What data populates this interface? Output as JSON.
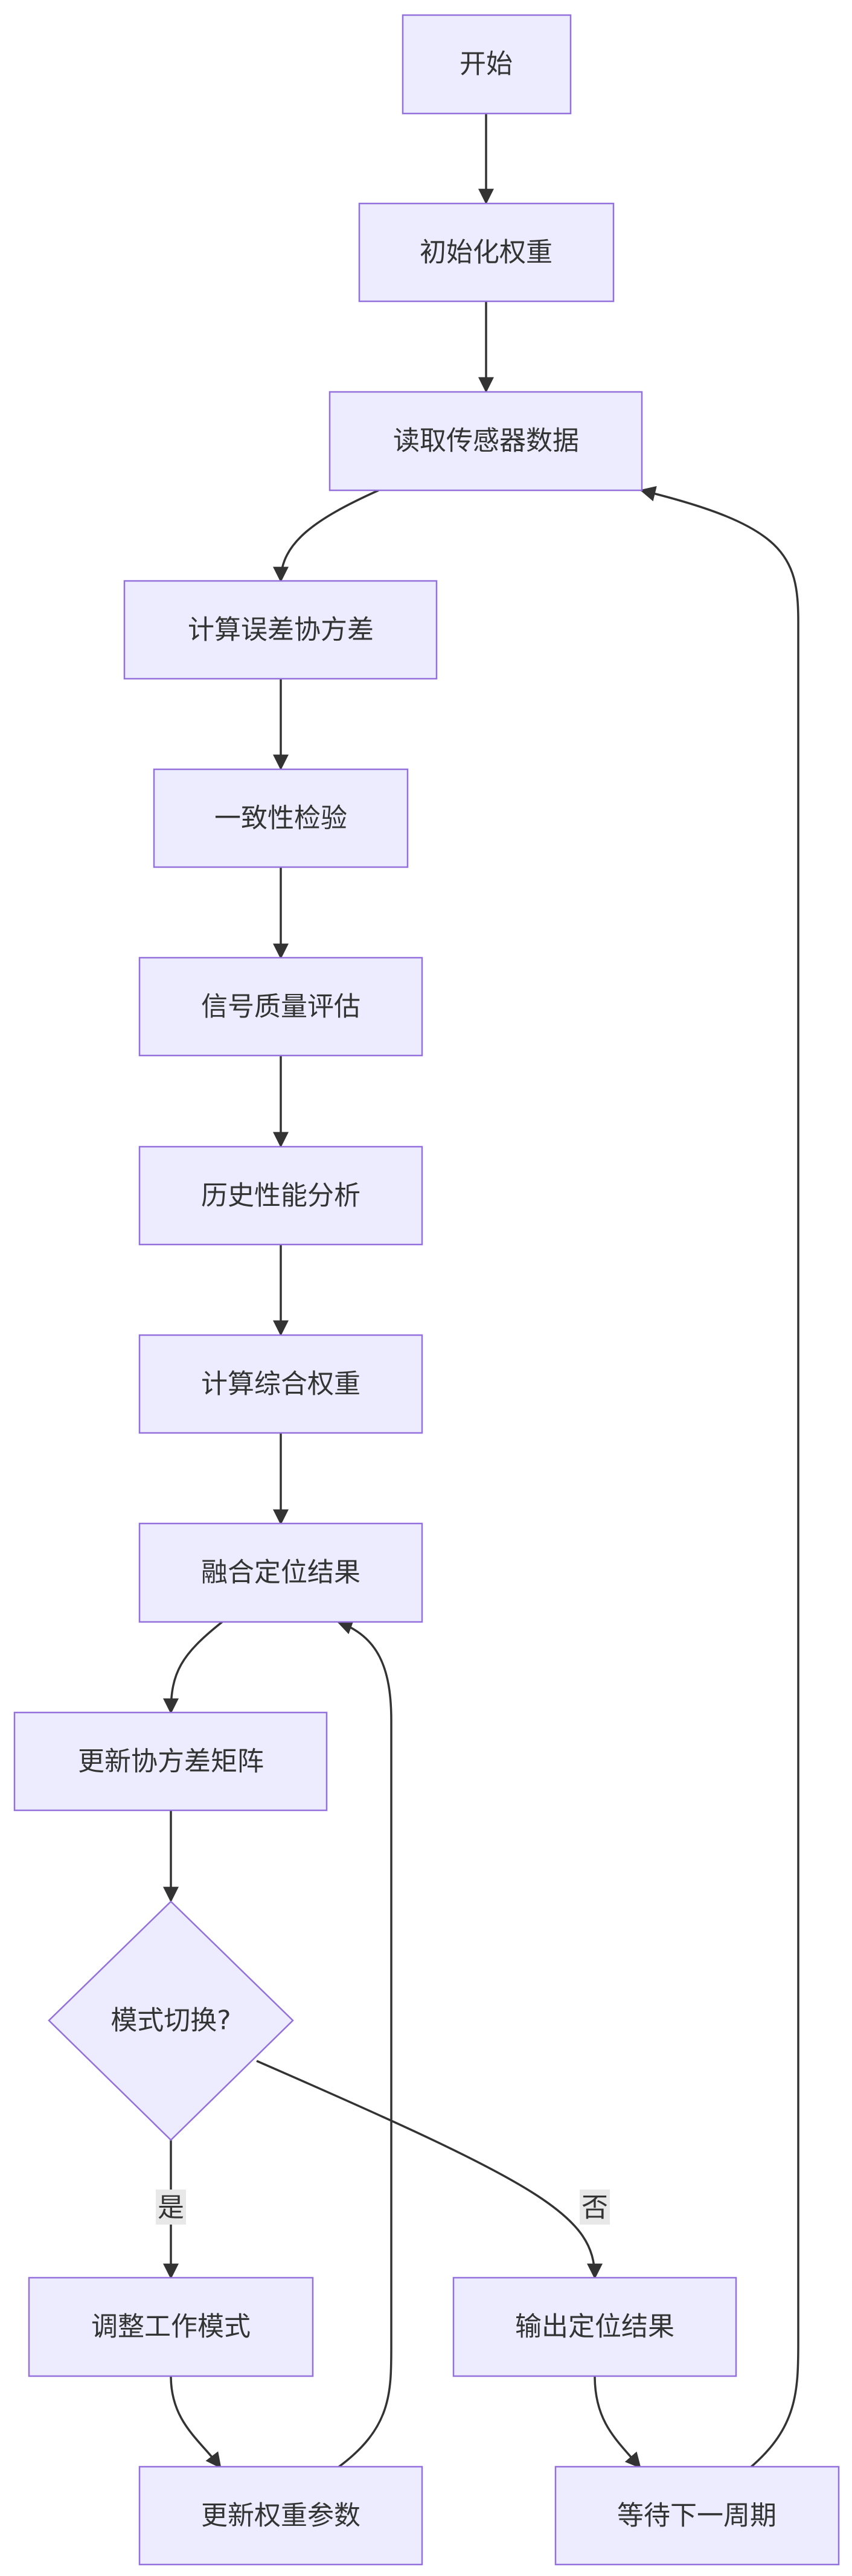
{
  "nodes": {
    "start": "开始",
    "init_weights": "初始化权重",
    "read_sensor": "读取传感器数据",
    "calc_error_cov": "计算误差协方差",
    "consistency_check": "一致性检验",
    "signal_quality": "信号质量评估",
    "history_perf": "历史性能分析",
    "calc_combined_weight": "计算综合权重",
    "fuse_result": "融合定位结果",
    "update_cov_matrix": "更新协方差矩阵",
    "mode_switch": "模式切换?",
    "adjust_mode": "调整工作模式",
    "output_result": "输出定位结果",
    "update_weight_params": "更新权重参数",
    "wait_next_cycle": "等待下一周期"
  },
  "edge_labels": {
    "yes": "是",
    "no": "否"
  },
  "colors": {
    "node_fill": "#ececfe",
    "node_stroke": "#9370db",
    "edge": "#333333",
    "text": "#333333"
  }
}
